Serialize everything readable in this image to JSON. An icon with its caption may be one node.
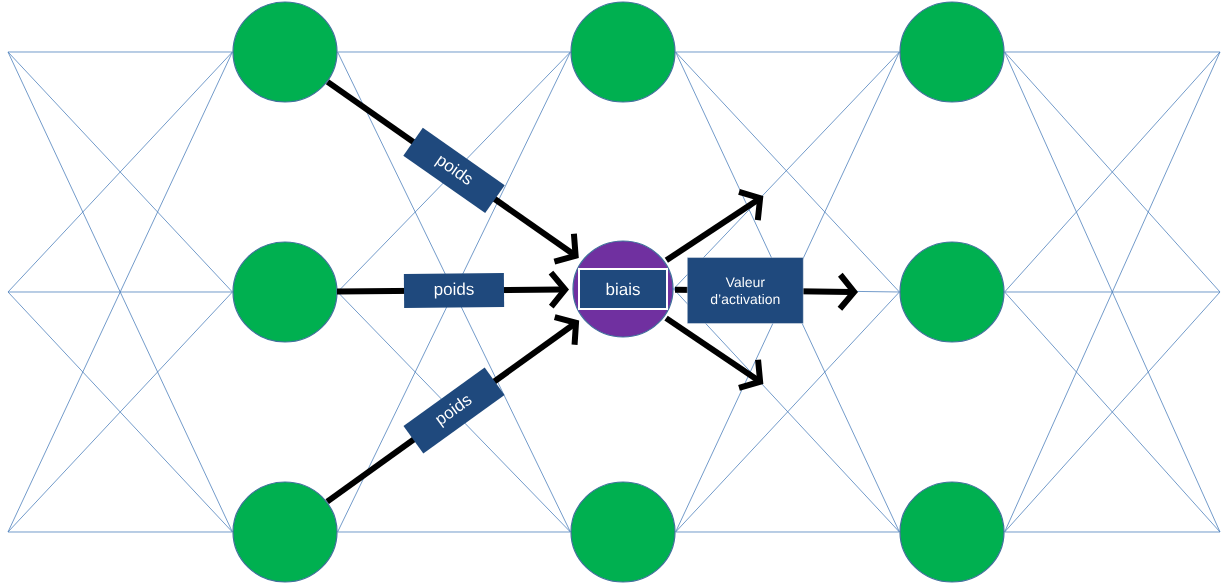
{
  "diagram": {
    "nodes": [
      {
        "text": [],
        "shape": "circle"
      },
      {
        "text": [],
        "shape": "circle"
      },
      {
        "text": [],
        "shape": "circle"
      },
      {
        "text": [],
        "shape": "circle"
      },
      {
        "text": [],
        "shape": "circle"
      },
      {
        "text": [
          "biais"
        ],
        "in": 4
      },
      {
        "text": [],
        "shape": "circle"
      },
      {
        "text": [],
        "shape": "circle"
      },
      {
        "text": [],
        "shape": "circle"
      },
      {
        "text": [],
        "shape": "circle"
      }
    ],
    "edges": [
      {
        "from": null,
        "to": 0,
        "arrow": "none"
      },
      {
        "from": null,
        "to": 0,
        "arrow": "none"
      },
      {
        "from": null,
        "to": 0,
        "arrow": "none"
      },
      {
        "from": null,
        "to": 1,
        "arrow": "none"
      },
      {
        "from": null,
        "to": 1,
        "arrow": "none"
      },
      {
        "from": null,
        "to": 1,
        "arrow": "none"
      },
      {
        "from": null,
        "to": 2,
        "arrow": "none"
      },
      {
        "from": null,
        "to": 2,
        "arrow": "none"
      },
      {
        "from": null,
        "to": 2,
        "arrow": "none"
      },
      {
        "from": 0,
        "to": 3,
        "arrow": "none"
      },
      {
        "from": 0,
        "to": 6,
        "arrow": "none"
      },
      {
        "from": 1,
        "to": 3,
        "arrow": "none"
      },
      {
        "from": 1,
        "to": 6,
        "arrow": "none"
      },
      {
        "from": 2,
        "to": 3,
        "arrow": "none"
      },
      {
        "from": 2,
        "to": 6,
        "arrow": "none"
      },
      {
        "from": 0,
        "to": 4,
        "label": "poids",
        "arrow": "to",
        "style": "thick",
        "color": "#000000"
      },
      {
        "from": 1,
        "to": 4,
        "label": "poids",
        "arrow": "to",
        "style": "thick",
        "color": "#000000"
      },
      {
        "from": 2,
        "to": 4,
        "label": "poids",
        "arrow": "to",
        "style": "thick",
        "color": "#000000"
      },
      {
        "from": 3,
        "to": 7,
        "arrow": "none"
      },
      {
        "from": 3,
        "to": 8,
        "arrow": "none"
      },
      {
        "from": 3,
        "to": 9,
        "arrow": "none"
      },
      {
        "from": 4,
        "to": 7,
        "arrow": "none"
      },
      {
        "from": 4,
        "to": 8,
        "arrow": "none"
      },
      {
        "from": 4,
        "to": 9,
        "arrow": "none"
      },
      {
        "from": 6,
        "to": 7,
        "arrow": "none"
      },
      {
        "from": 6,
        "to": 8,
        "arrow": "none"
      },
      {
        "from": 6,
        "to": 9,
        "arrow": "none"
      },
      {
        "from": 4,
        "to": null,
        "arrow": "to",
        "style": "thick",
        "color": "#000000"
      },
      {
        "from": 4,
        "to": null,
        "label": "Valeur d’activation",
        "arrow": "to",
        "style": "thick",
        "color": "#000000"
      },
      {
        "from": 4,
        "to": null,
        "arrow": "to",
        "style": "thick",
        "color": "#000000"
      },
      {
        "from": 7,
        "to": null,
        "arrow": "none"
      },
      {
        "from": 7,
        "to": null,
        "arrow": "none"
      },
      {
        "from": 7,
        "to": null,
        "arrow": "none"
      },
      {
        "from": 8,
        "to": null,
        "arrow": "none"
      },
      {
        "from": 8,
        "to": null,
        "arrow": "none"
      },
      {
        "from": 8,
        "to": null,
        "arrow": "none"
      },
      {
        "from": 9,
        "to": null,
        "arrow": "none"
      },
      {
        "from": 9,
        "to": null,
        "arrow": "none"
      },
      {
        "from": 9,
        "to": null,
        "arrow": "none"
      }
    ]
  }
}
